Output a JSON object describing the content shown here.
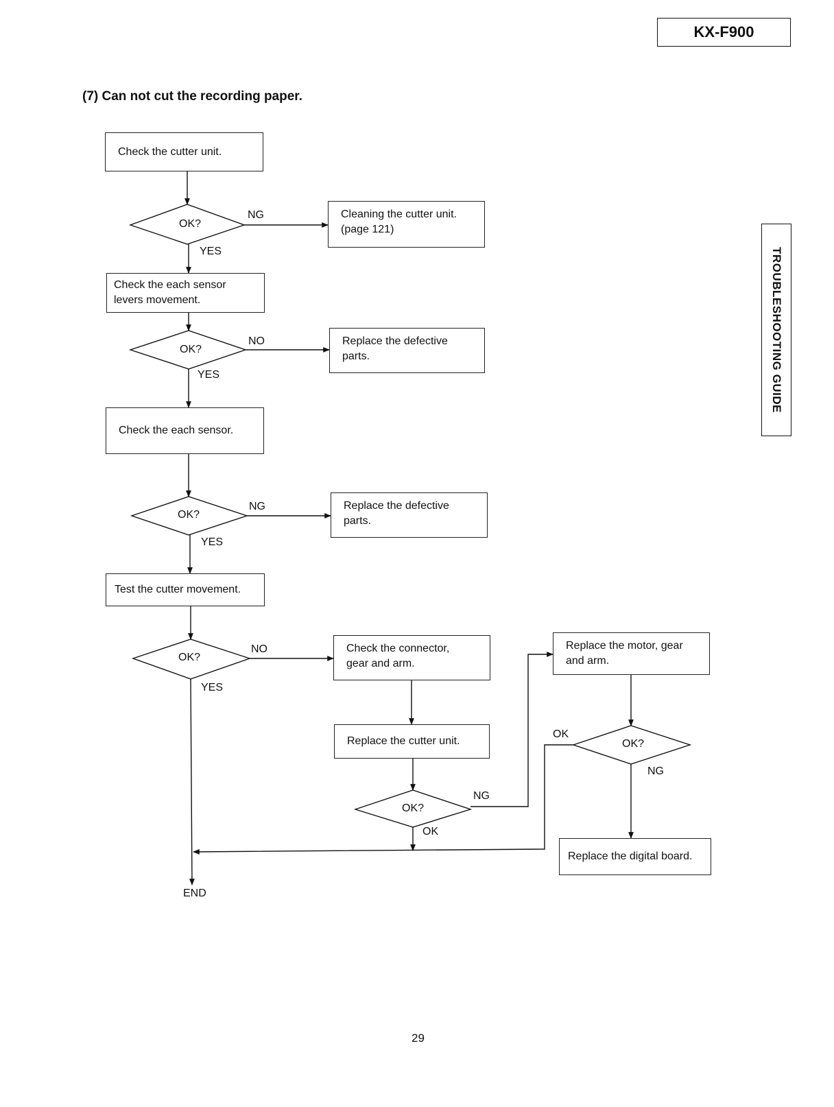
{
  "header": {
    "model": "KX-F900"
  },
  "section": {
    "title": "(7) Can not cut the recording paper."
  },
  "side_tab": {
    "label": "TROUBLESHOOTING GUIDE"
  },
  "boxes": {
    "check_cutter": "Check the cutter unit.",
    "cleaning_line1": "Cleaning the cutter unit.",
    "cleaning_line2": "(page 121)",
    "sensor_levers_line1": "Check the each sensor",
    "sensor_levers_line2": "levers movement.",
    "replace_parts1_line1": "Replace the defective",
    "replace_parts1_line2": "parts.",
    "check_sensor": "Check the each sensor.",
    "replace_parts2_line1": "Replace the defective",
    "replace_parts2_line2": "parts.",
    "test_cutter": "Test the cutter movement.",
    "check_connector_line1": "Check the connector,",
    "check_connector_line2": "gear and arm.",
    "replace_cutter": "Replace the cutter unit.",
    "replace_motor_line1": "Replace the motor, gear",
    "replace_motor_line2": "and arm.",
    "replace_digital": "Replace the digital board."
  },
  "decisions": {
    "d1": "OK?",
    "d2": "OK?",
    "d3": "OK?",
    "d4": "OK?",
    "d5": "OK?",
    "d6": "OK?"
  },
  "labels": {
    "d1_no": "NG",
    "d1_yes": "YES",
    "d2_no": "NO",
    "d2_yes": "YES",
    "d3_no": "NG",
    "d3_yes": "YES",
    "d4_no": "NO",
    "d4_yes": "YES",
    "d5_no": "NG",
    "d5_yes": "OK",
    "d6_ok": "OK",
    "d6_ng": "NG",
    "end": "END"
  },
  "footer": {
    "page": "29"
  }
}
